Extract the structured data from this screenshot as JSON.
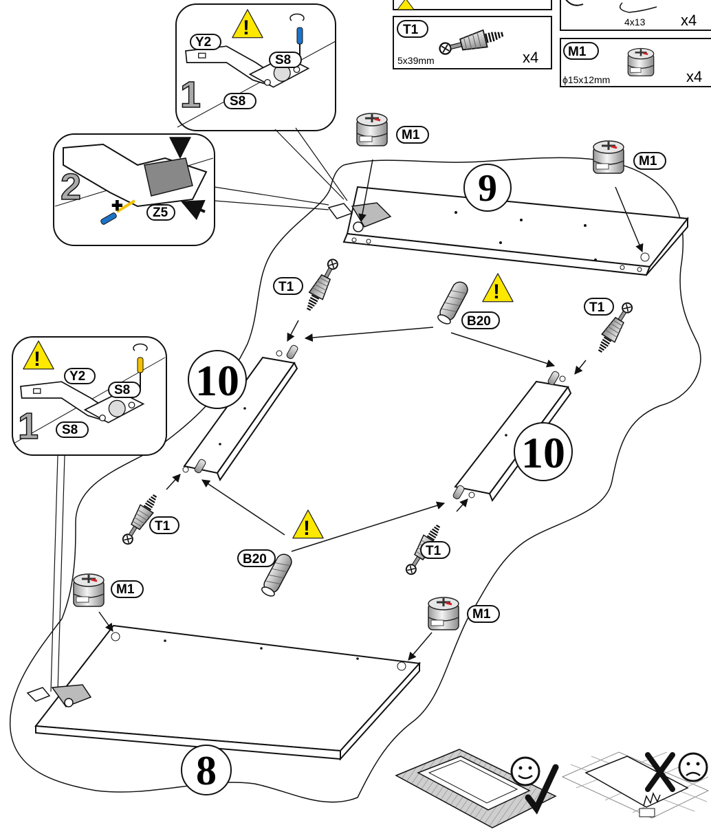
{
  "parts_legend": {
    "t1": {
      "label": "T1",
      "size": "5x39mm",
      "qty": "x4"
    },
    "m1": {
      "label": "M1",
      "size": "ϕ15x12mm",
      "qty": "x4"
    },
    "top_right_partial": {
      "size": "4x13",
      "qty": "x4"
    }
  },
  "panels": {
    "top": "9",
    "side_left": "10",
    "side_right": "10",
    "bottom": "8"
  },
  "callouts": {
    "hinge_top": {
      "step": "1",
      "y": "Y2",
      "s_upper": "S8",
      "s_lower": "S8"
    },
    "hinge_left": {
      "step": "1",
      "y": "Y2",
      "s_upper": "S8",
      "s_lower": "S8"
    },
    "adjust": {
      "step": "2",
      "z": "Z5"
    }
  },
  "labels": {
    "m1": "M1",
    "t1": "T1",
    "b20": "B20",
    "warning": "!"
  },
  "icons": {
    "smiley": "smiley-icon",
    "sad": "sad-face-icon",
    "check": "check-icon",
    "cross": "cross-icon"
  },
  "colors": {
    "warning_yellow": "#ffe800",
    "screwdriver_blue": "#1e73c8",
    "screwdriver_yellow": "#f2c200",
    "cam_red": "#d62020",
    "line": "#111111"
  }
}
